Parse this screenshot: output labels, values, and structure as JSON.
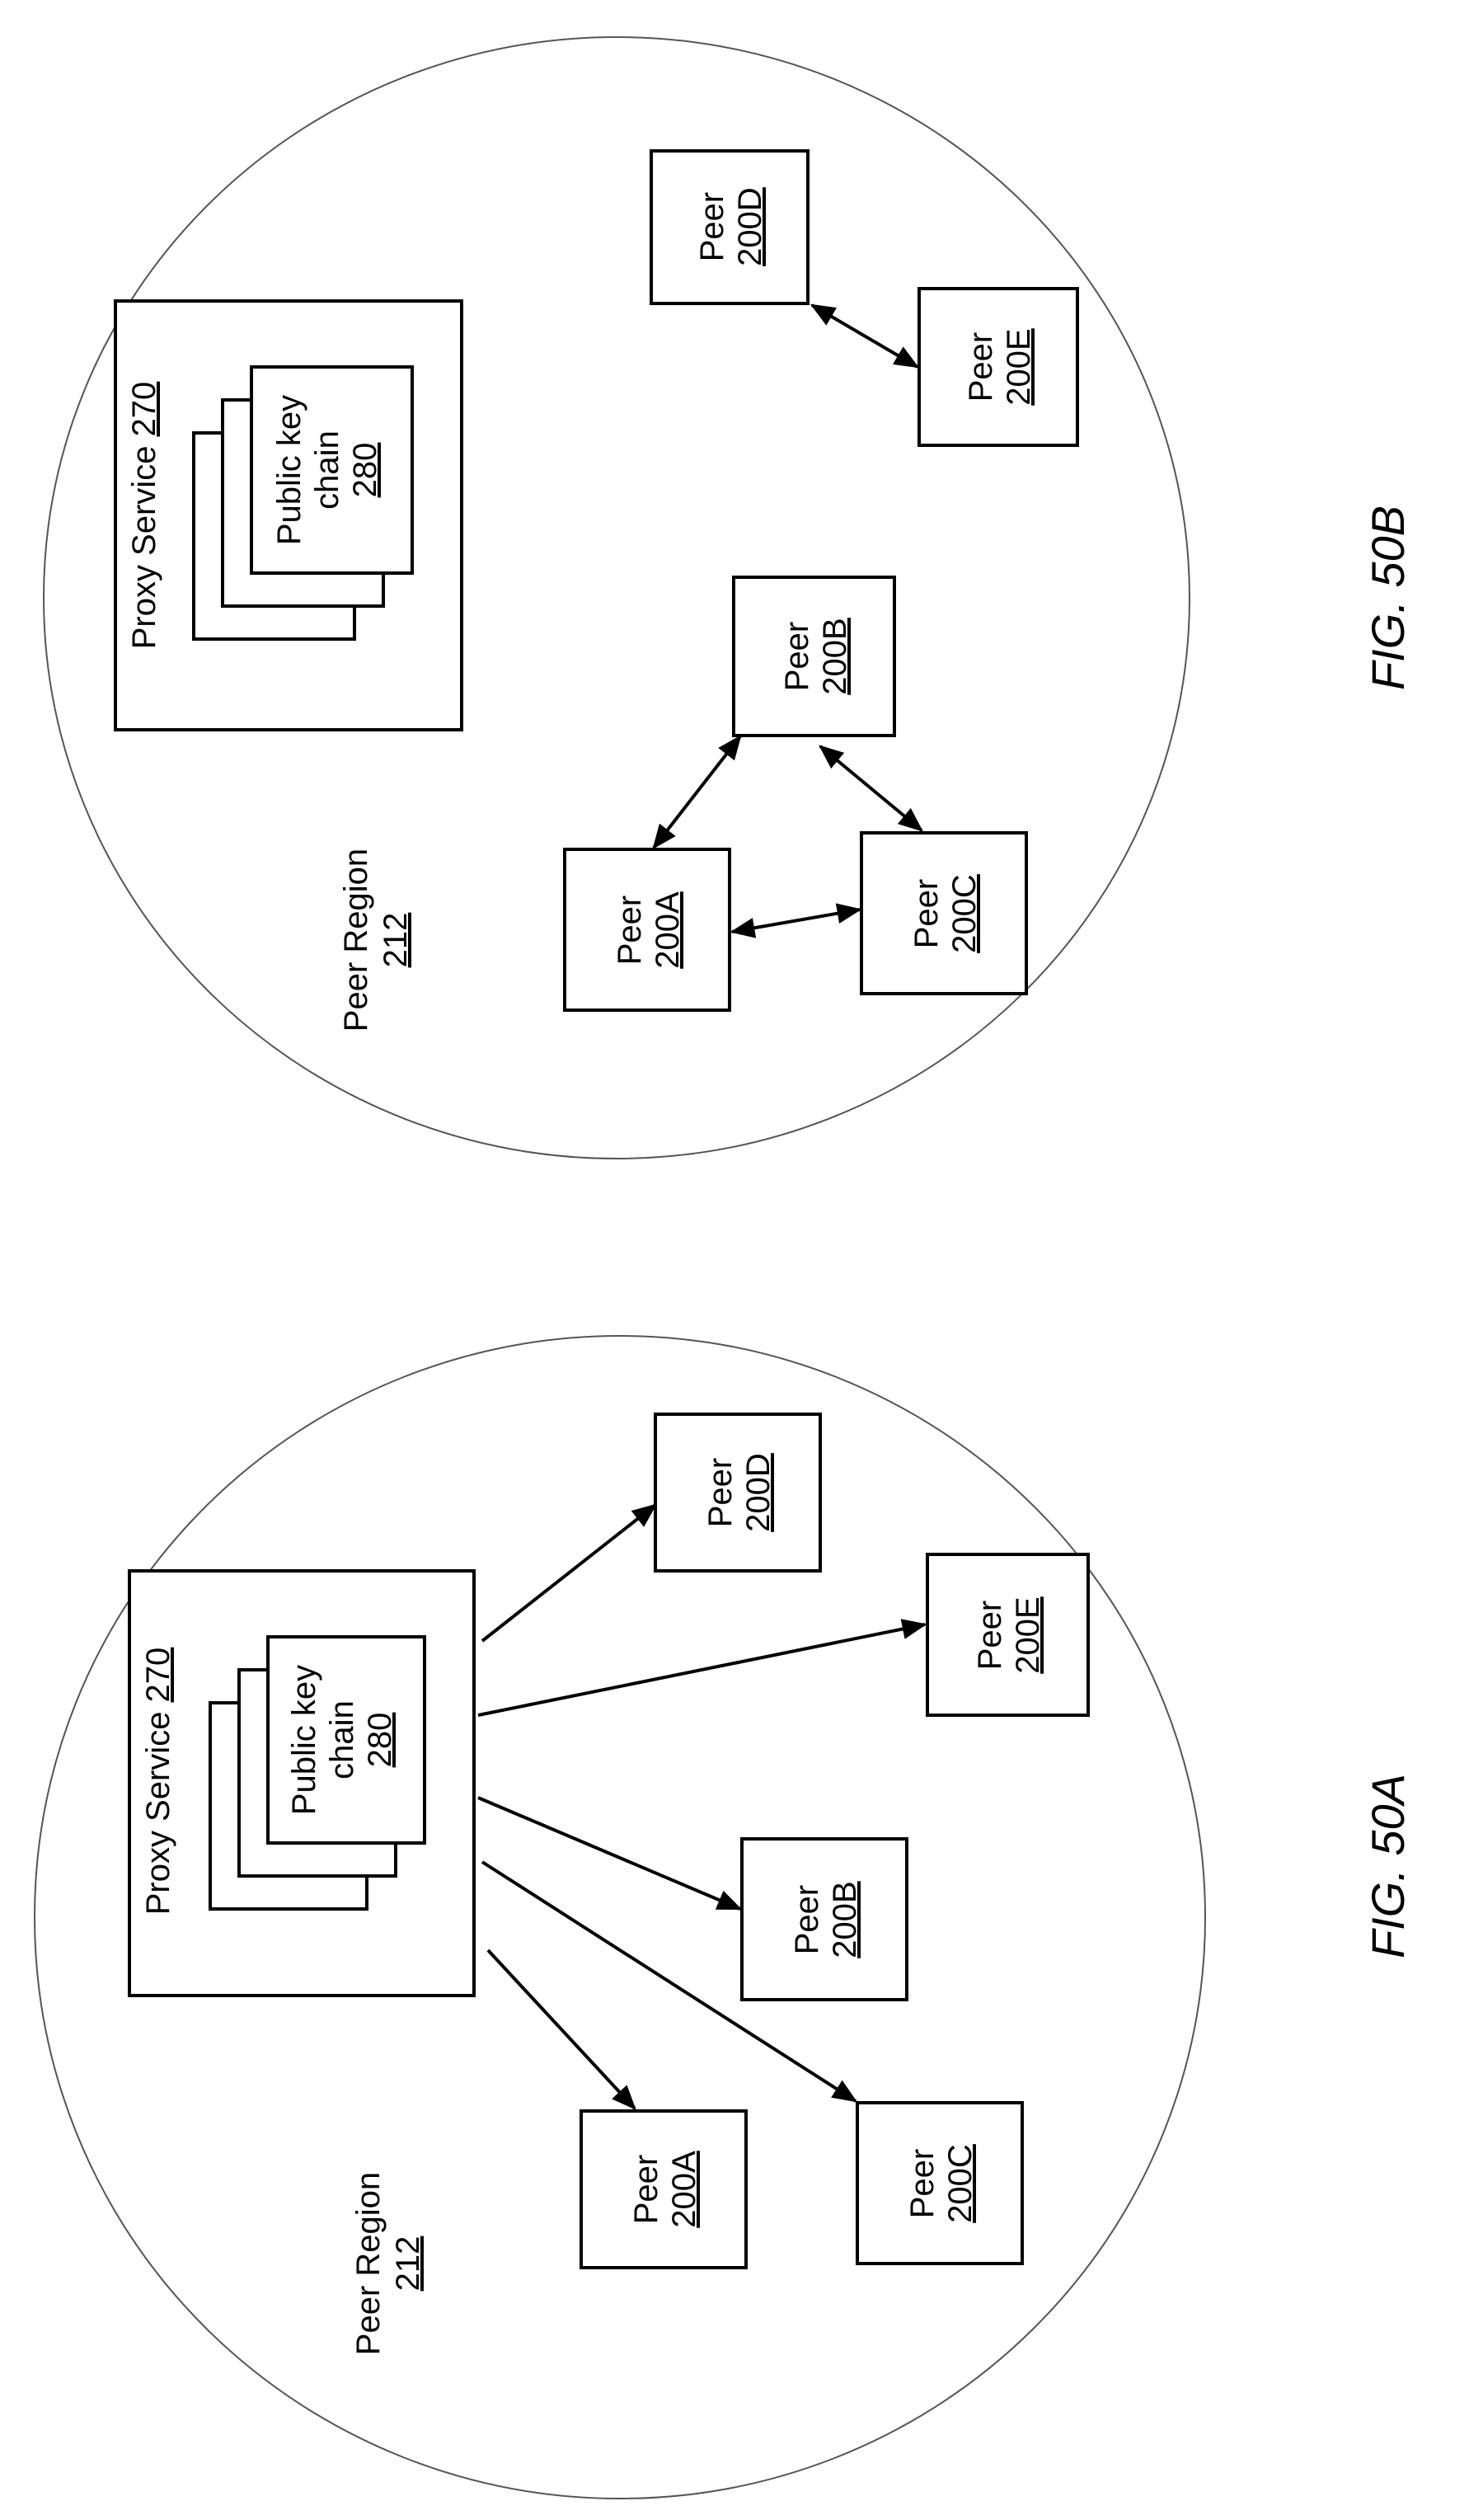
{
  "colors": {
    "ink": "#000000",
    "circle": "#555555",
    "paper": "#ffffff"
  },
  "figures": [
    {
      "id": "50A",
      "caption": "FIG. 50A",
      "region": {
        "line1": "Peer Region",
        "line2": "212"
      },
      "proxy": {
        "label": "Proxy Service ",
        "ref": "270"
      },
      "keychain": {
        "line1": "Public key",
        "line2": "chain",
        "ref": "280"
      },
      "peers": [
        {
          "id": "200A",
          "word": "Peer"
        },
        {
          "id": "200B",
          "word": "Peer"
        },
        {
          "id": "200C",
          "word": "Peer"
        },
        {
          "id": "200D",
          "word": "Peer"
        },
        {
          "id": "200E",
          "word": "Peer"
        }
      ],
      "links": [
        {
          "from": "Proxy Service 270",
          "to": "200A",
          "type": "one-way"
        },
        {
          "from": "Proxy Service 270",
          "to": "200B",
          "type": "one-way"
        },
        {
          "from": "Proxy Service 270",
          "to": "200C",
          "type": "one-way"
        },
        {
          "from": "Proxy Service 270",
          "to": "200D",
          "type": "one-way"
        },
        {
          "from": "Proxy Service 270",
          "to": "200E",
          "type": "one-way"
        }
      ]
    },
    {
      "id": "50B",
      "caption": "FIG. 50B",
      "region": {
        "line1": "Peer Region",
        "line2": "212"
      },
      "proxy": {
        "label": "Proxy Service ",
        "ref": "270"
      },
      "keychain": {
        "line1": "Public key",
        "line2": "chain",
        "ref": "280"
      },
      "peers": [
        {
          "id": "200A",
          "word": "Peer"
        },
        {
          "id": "200B",
          "word": "Peer"
        },
        {
          "id": "200C",
          "word": "Peer"
        },
        {
          "id": "200D",
          "word": "Peer"
        },
        {
          "id": "200E",
          "word": "Peer"
        }
      ],
      "links": [
        {
          "from": "200A",
          "to": "200B",
          "type": "two-way"
        },
        {
          "from": "200A",
          "to": "200C",
          "type": "two-way"
        },
        {
          "from": "200B",
          "to": "200C",
          "type": "two-way"
        },
        {
          "from": "200D",
          "to": "200E",
          "type": "two-way"
        }
      ]
    }
  ]
}
